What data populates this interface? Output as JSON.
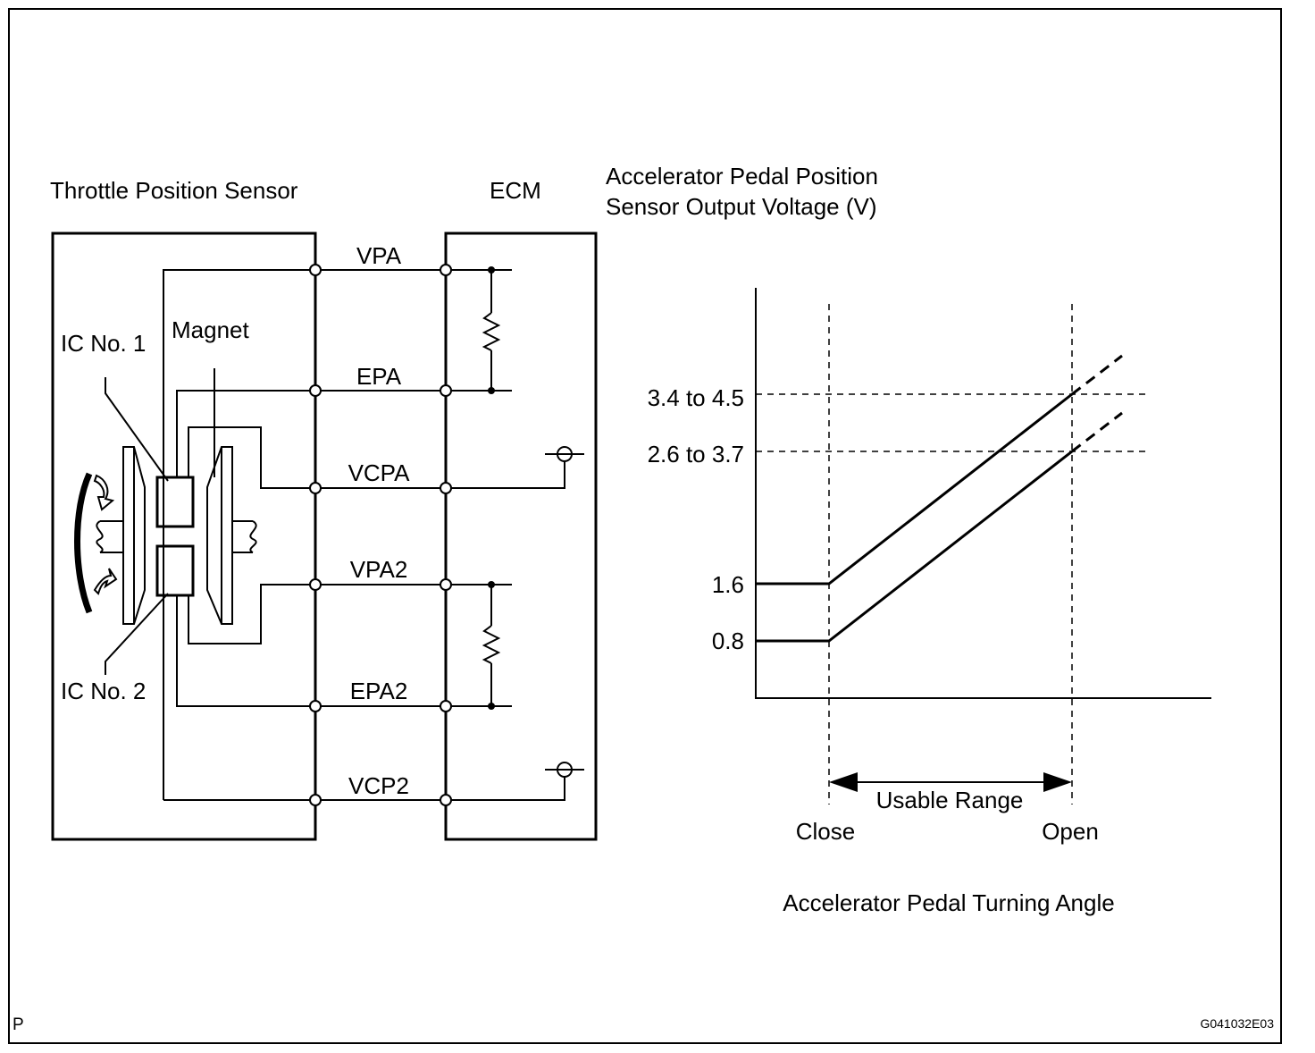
{
  "circuit": {
    "sensor_title": "Throttle Position Sensor",
    "ecm_title": "ECM",
    "ic1_label": "IC No. 1",
    "ic2_label": "IC No. 2",
    "magnet_label": "Magnet",
    "terminals": [
      "VPA",
      "EPA",
      "VCPA",
      "VPA2",
      "EPA2",
      "VCP2"
    ]
  },
  "chart_data": {
    "type": "line",
    "ylabel": "Accelerator Pedal Position Sensor Output Voltage (V)",
    "ylabel_lines": [
      "Accelerator Pedal Position",
      "Sensor Output Voltage (V)"
    ],
    "xlabel": "Accelerator Pedal Turning Angle",
    "x_ticks": [
      "Close",
      "Open"
    ],
    "y_ticks": [
      "3.4 to 4.5",
      "2.6 to 3.7",
      "1.6",
      "0.8"
    ],
    "range_label": "Usable Range",
    "series": [
      {
        "name": "",
        "points_at": {
          "close": 1.6,
          "open": "3.4 to 4.5"
        }
      },
      {
        "name": "",
        "points_at": {
          "close": 0.8,
          "open": "2.6 to 3.7"
        }
      }
    ]
  },
  "footer": {
    "left_code": "P",
    "right_code": "G041032E03"
  }
}
